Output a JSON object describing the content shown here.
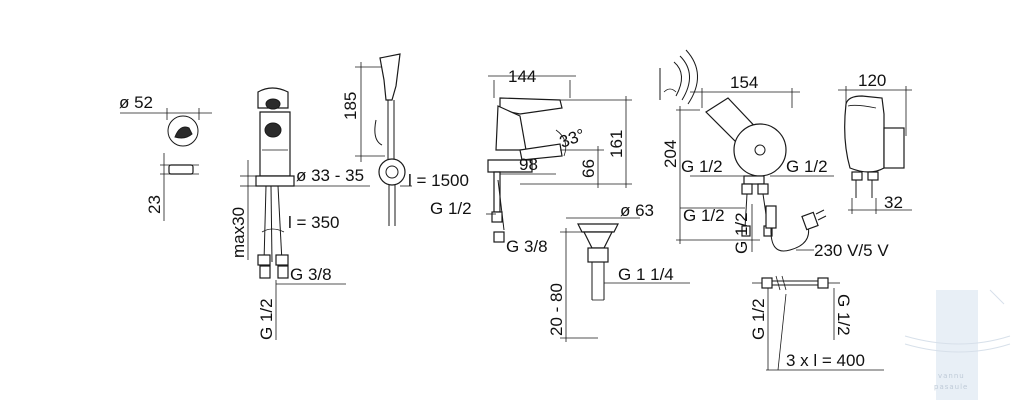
{
  "labels": {
    "dia52": "ø 52",
    "h23": "23",
    "max30": "max30",
    "dia3335": "ø 33 - 35",
    "l350": "l = 350",
    "g38_left": "G 3/8",
    "g12_left": "G 1/2",
    "h185": "185",
    "l1500": "l = 1500",
    "w144": "144",
    "g12_mid": "G 1/2",
    "g38_mid": "G 3/8",
    "d98": "98",
    "h66": "66",
    "angle33": "33°",
    "h161": "161",
    "dia63": "ø 63",
    "g114": "G 1 1/4",
    "h2080": "20 - 80",
    "w154": "154",
    "h204": "204",
    "g12_r1": "G 1/2",
    "g12_r2": "G 1/2",
    "g12_r3": "G 1/2",
    "g12_r4": "G 1/2",
    "volt": "230 V/5 V",
    "w120": "120",
    "w32": "32",
    "g12_hose_l": "G 1/2",
    "g12_hose_r": "G 1/2",
    "hose": "3 x  l = 400"
  },
  "watermark": {
    "text": "vannu pasaule",
    "color": "#8aa0b8"
  }
}
